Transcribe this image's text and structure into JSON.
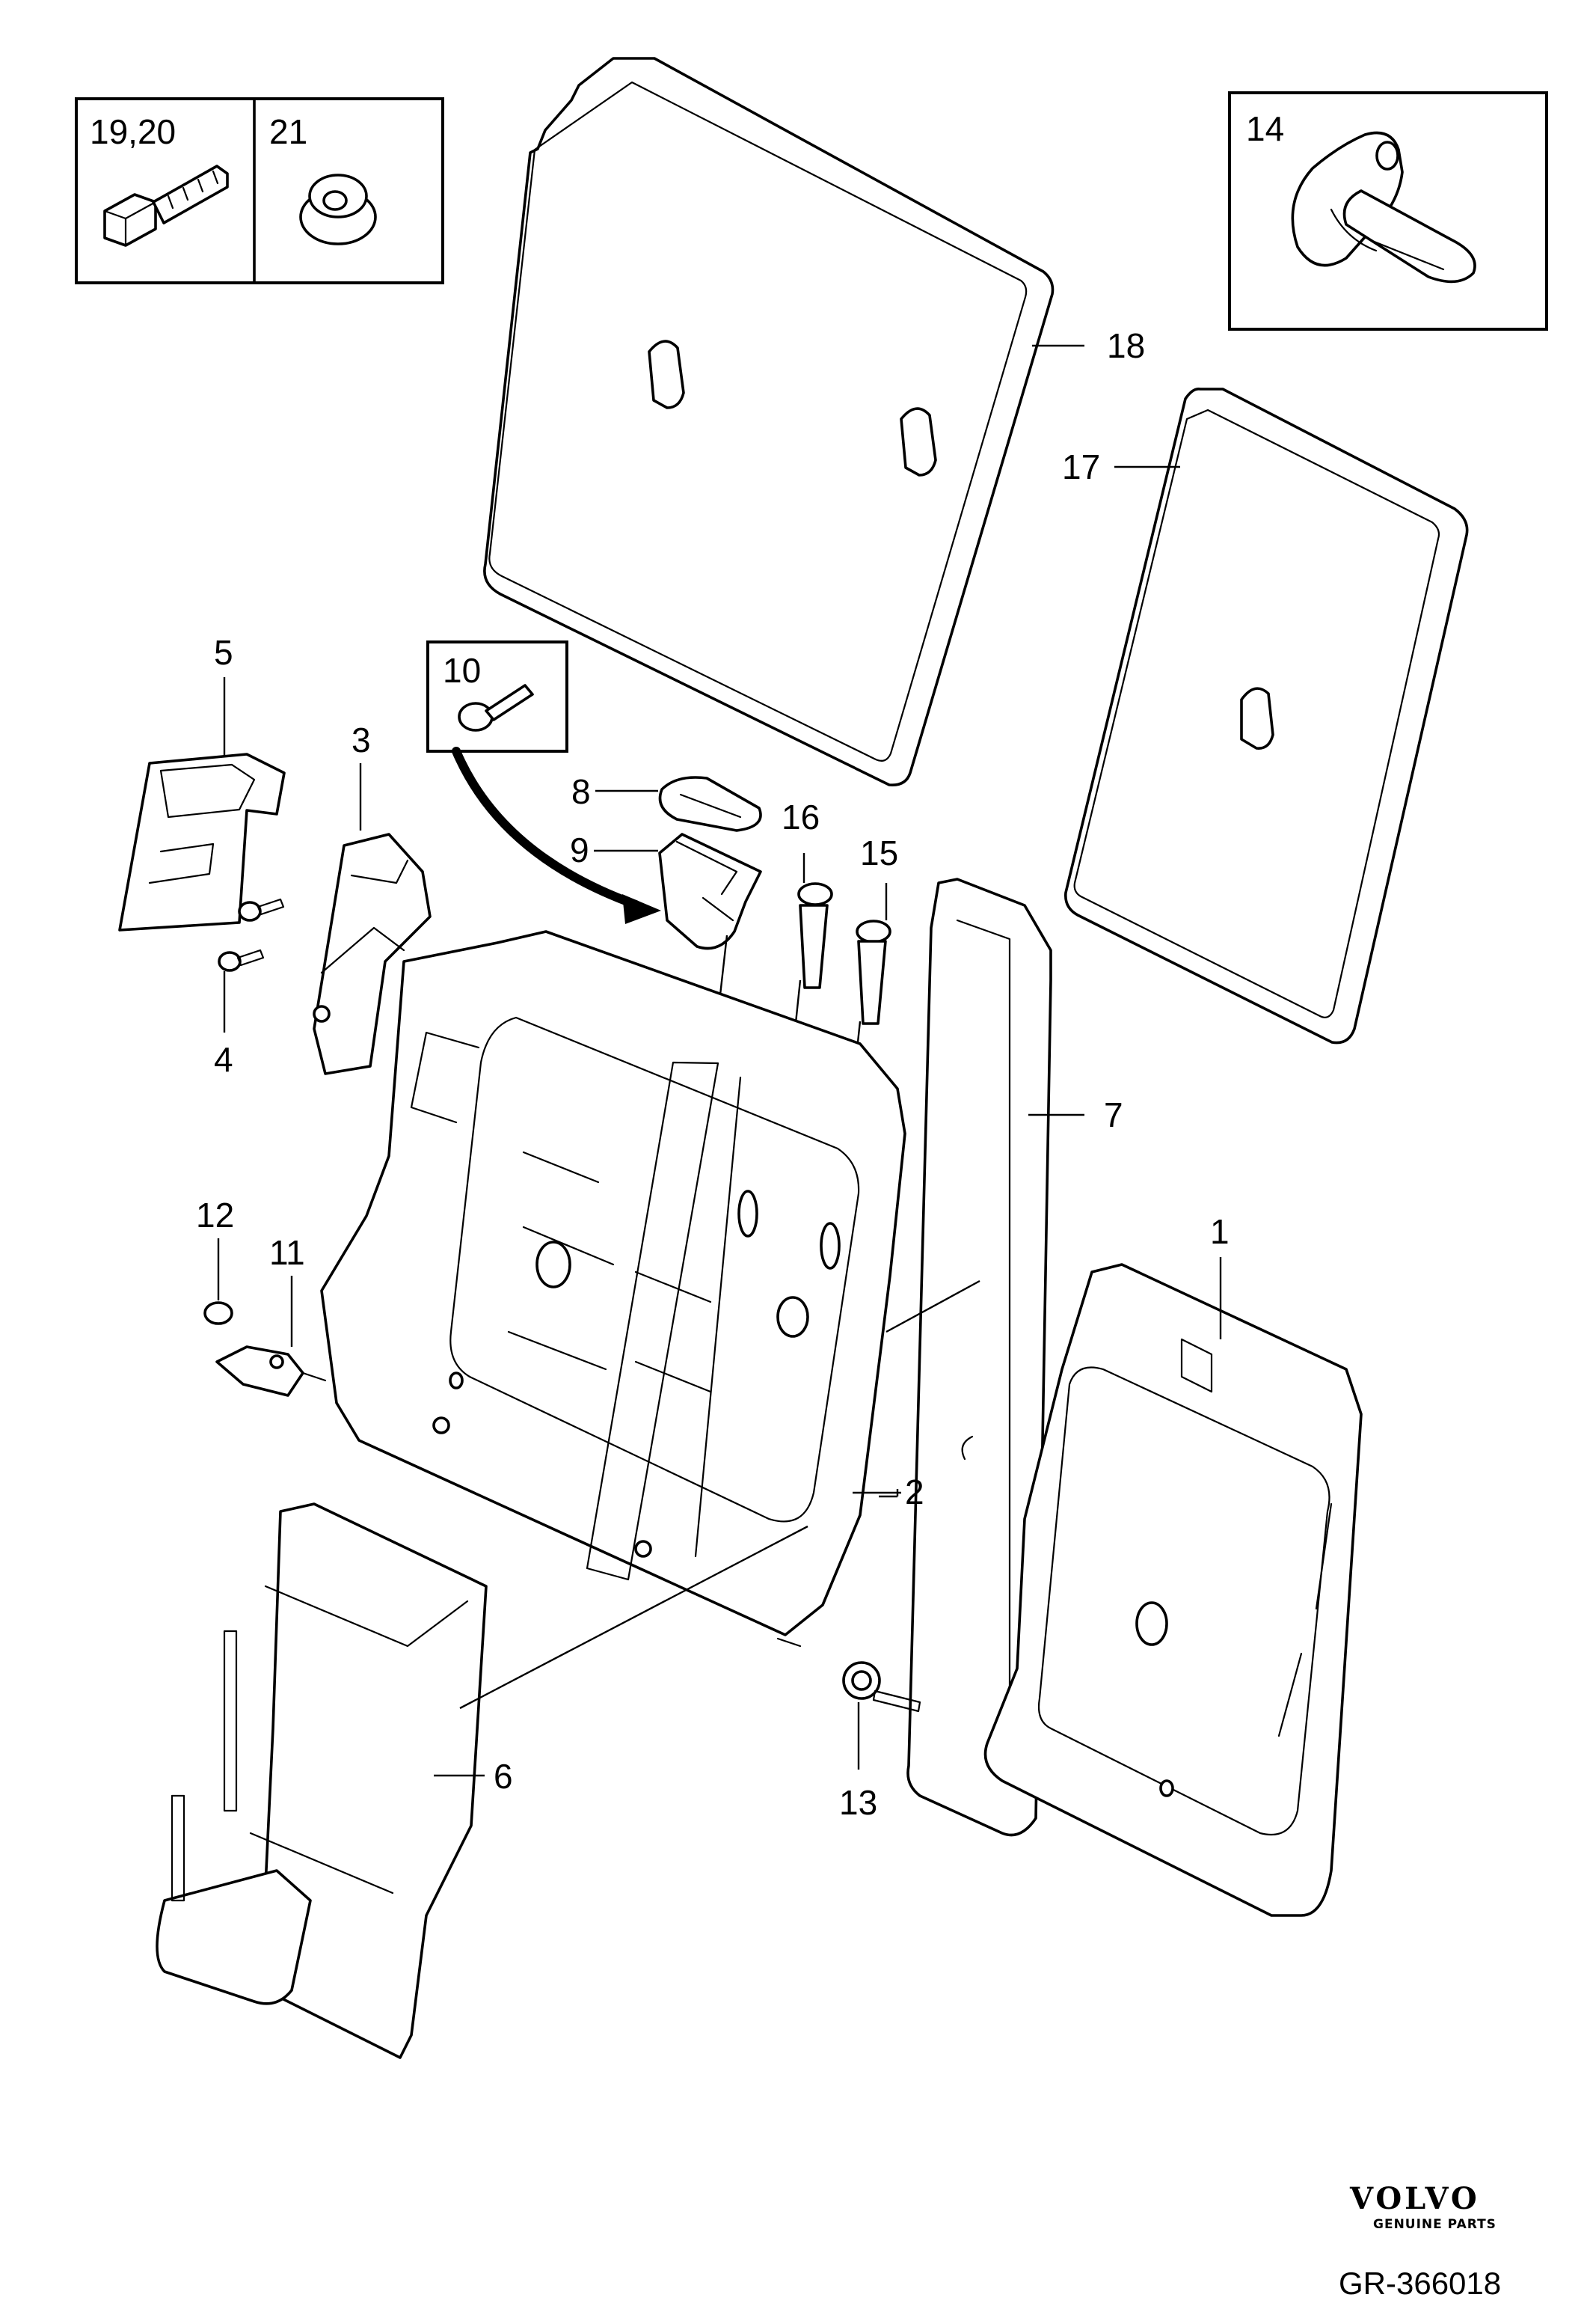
{
  "callouts": {
    "c1": "1",
    "c2": "2",
    "c3": "3",
    "c4": "4",
    "c5": "5",
    "c6": "6",
    "c7": "7",
    "c8": "8",
    "c9": "9",
    "c10": "10",
    "c11": "11",
    "c12": "12",
    "c13": "13",
    "c14": "14",
    "c15": "15",
    "c16": "16",
    "c17": "17",
    "c18": "18",
    "c1920": "19,20",
    "c21": "21"
  },
  "brand": {
    "name": "VOLVO",
    "tagline": "GENUINE PARTS"
  },
  "reference": "GR-366018"
}
